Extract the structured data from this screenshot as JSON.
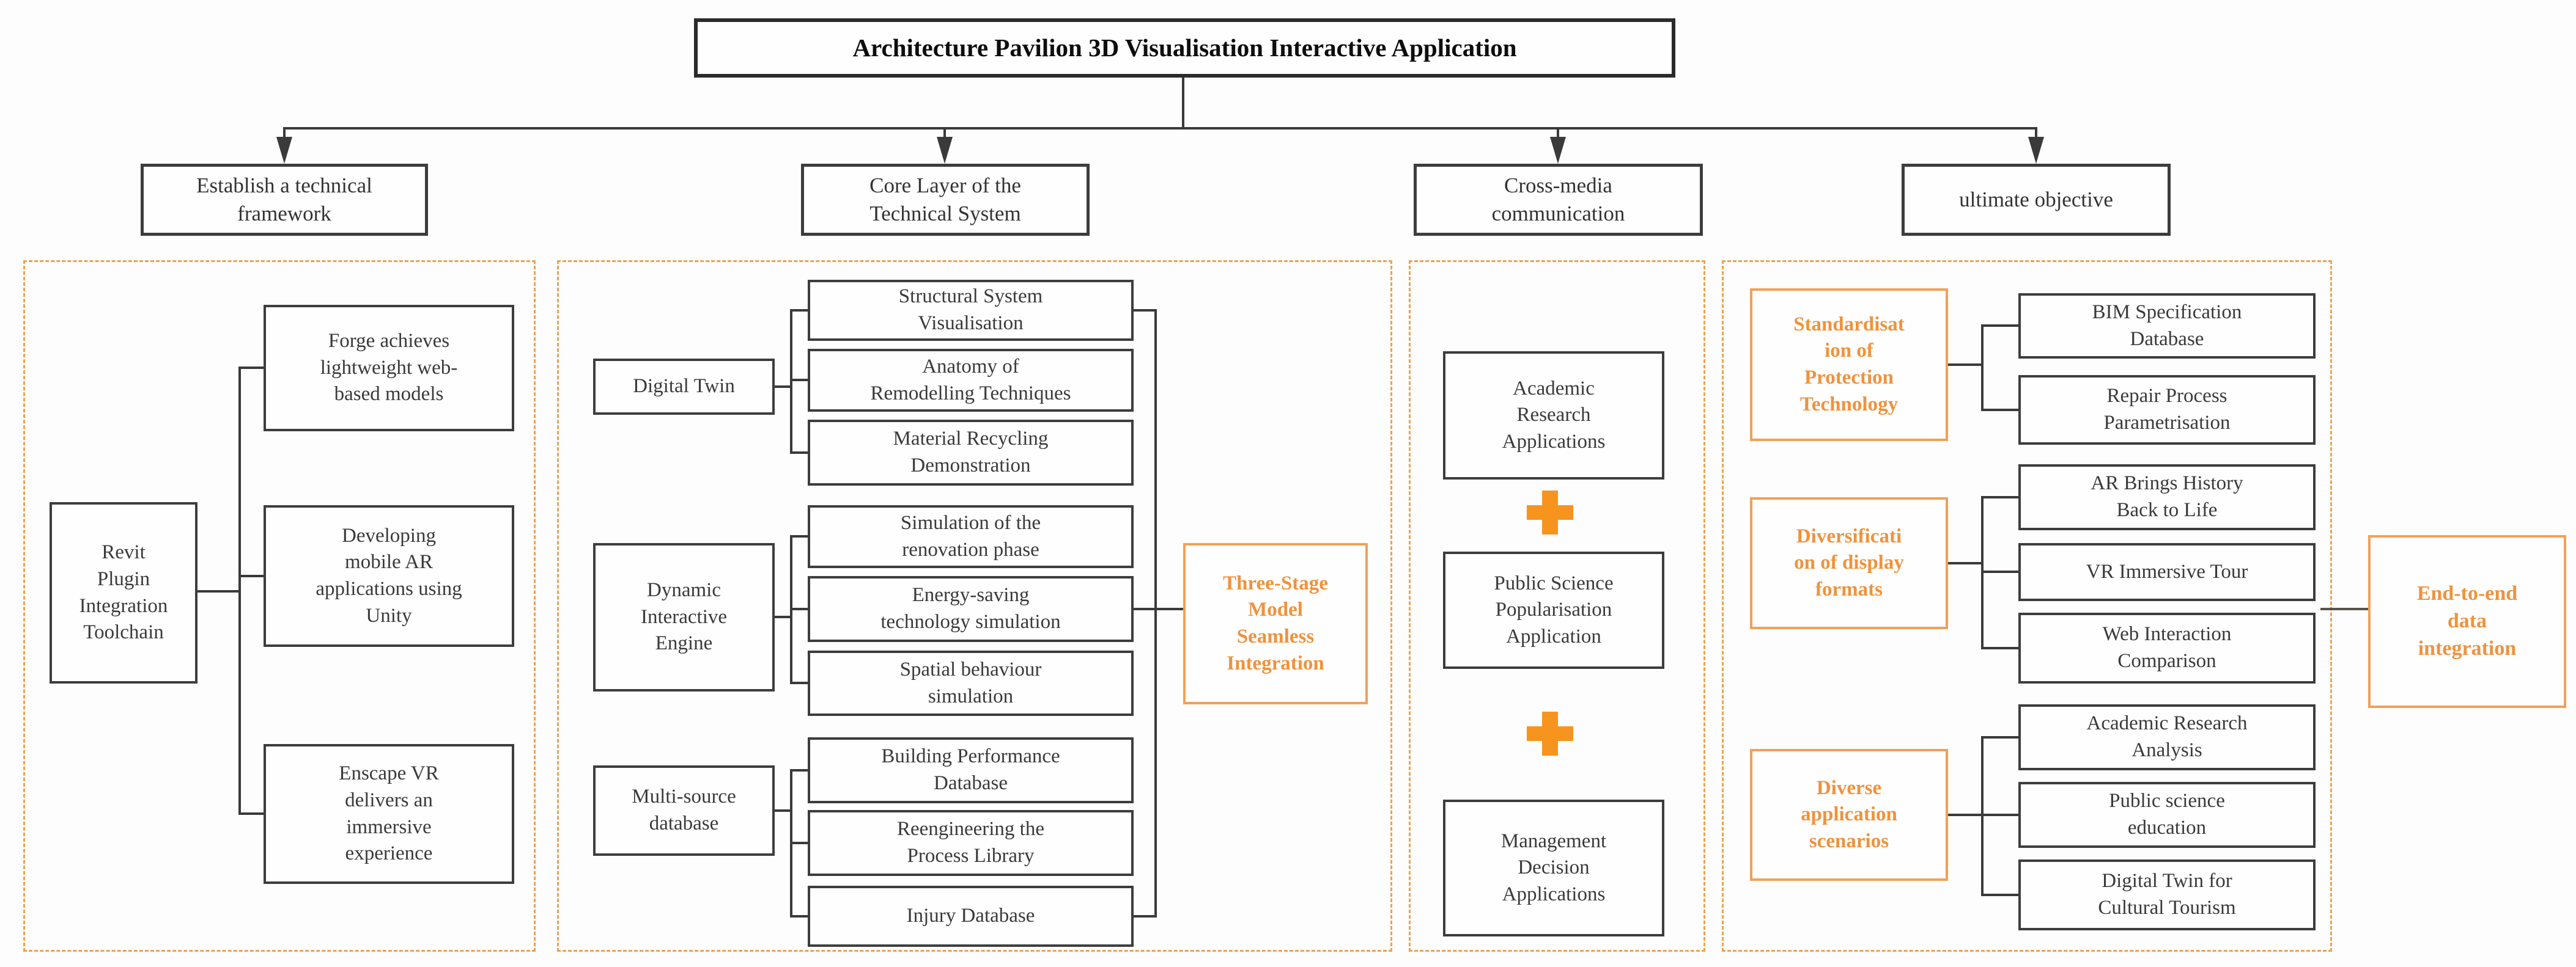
{
  "title": "Architecture Pavilion 3D Visualisation Interactive Application",
  "headers": [
    "Establish a technical\nframework",
    "Core Layer of the\nTechnical System",
    "Cross-media\ncommunication",
    "ultimate objective"
  ],
  "framework": {
    "parent": "Revit\nPlugin\nIntegration\nToolchain",
    "children": [
      "Forge achieves\nlightweight web-\nbased models",
      "Developing\nmobile AR\napplications using\nUnity",
      "Enscape VR\ndelivers an\nimmersive\nexperience"
    ]
  },
  "core": {
    "groups": [
      {
        "label": "Digital Twin",
        "children": [
          "Structural System\nVisualisation",
          "Anatomy of\nRemodelling Techniques",
          "Material Recycling\nDemonstration"
        ]
      },
      {
        "label": "Dynamic\nInteractive\nEngine",
        "children": [
          "Simulation of the\nrenovation phase",
          "Energy-saving\ntechnology simulation",
          "Spatial behaviour\nsimulation"
        ]
      },
      {
        "label": "Multi-source\ndatabase",
        "children": [
          "Building Performance\nDatabase",
          "Reengineering the\nProcess Library",
          "Injury Database"
        ]
      }
    ],
    "highlight": "Three-Stage\nModel\nSeamless\nIntegration"
  },
  "crossmedia": {
    "items": [
      "Academic\nResearch\nApplications",
      "Public Science\nPopularisation\nApplication",
      "Management\nDecision\nApplications"
    ],
    "plus_icon": "heavy-plus-cross"
  },
  "objective": {
    "groups": [
      {
        "label": "Standardisat\nion of\nProtection\nTechnology",
        "children": [
          "BIM Specification\nDatabase",
          "Repair Process\nParametrisation"
        ]
      },
      {
        "label": "Diversificati\non of display\nformats",
        "children": [
          "AR Brings History\nBack to Life",
          "VR Immersive Tour",
          "Web Interaction\nComparison"
        ]
      },
      {
        "label": "Diverse\napplication\nscenarios",
        "children": [
          "Academic Research\nAnalysis",
          "Public science\neducation",
          "Digital Twin for\nCultural Tourism"
        ]
      }
    ],
    "highlight": "End-to-end\ndata\nintegration"
  },
  "colors": {
    "orange_text": "#F0923C",
    "orange_border": "#F2A057",
    "plus_orange": "#F7941E",
    "dashed_border": "#EDA24E",
    "connector_line": "#3A3A3A",
    "box_border": "#3D3D3D"
  }
}
